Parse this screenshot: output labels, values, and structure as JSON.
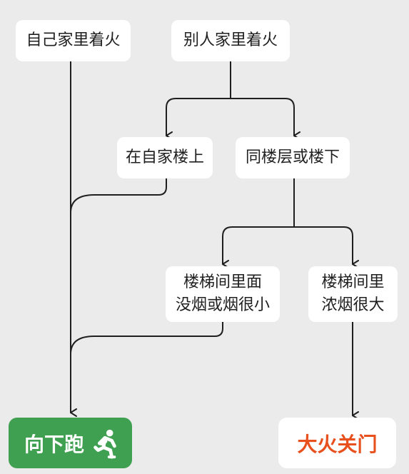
{
  "nodes": {
    "own_home_fire": "自己家里着火",
    "other_home_fire": "别人家里着火",
    "upstairs_of_fire": "在自家楼上",
    "same_floor_or_below": "同楼层或楼下",
    "stairwell_clear": [
      "楼梯间里面",
      "没烟或烟很小"
    ],
    "stairwell_heavy_smoke": [
      "楼梯间里",
      "浓烟很大"
    ]
  },
  "results": {
    "run_down": "向下跑",
    "close_door": "大火关门"
  },
  "icons": {
    "run_down": "running-person-icon"
  },
  "colors": {
    "background": "#ebebeb",
    "node_fill": "#ffffff",
    "run_down_fill": "#3ea050",
    "close_door_text": "#e8501e",
    "connector": "#1f1f1f"
  },
  "edges": [
    [
      "own_home_fire",
      "run_down"
    ],
    [
      "other_home_fire",
      "upstairs_of_fire"
    ],
    [
      "other_home_fire",
      "same_floor_or_below"
    ],
    [
      "upstairs_of_fire",
      "run_down"
    ],
    [
      "same_floor_or_below",
      "stairwell_clear"
    ],
    [
      "same_floor_or_below",
      "stairwell_heavy_smoke"
    ],
    [
      "stairwell_clear",
      "run_down"
    ],
    [
      "stairwell_heavy_smoke",
      "close_door"
    ]
  ]
}
